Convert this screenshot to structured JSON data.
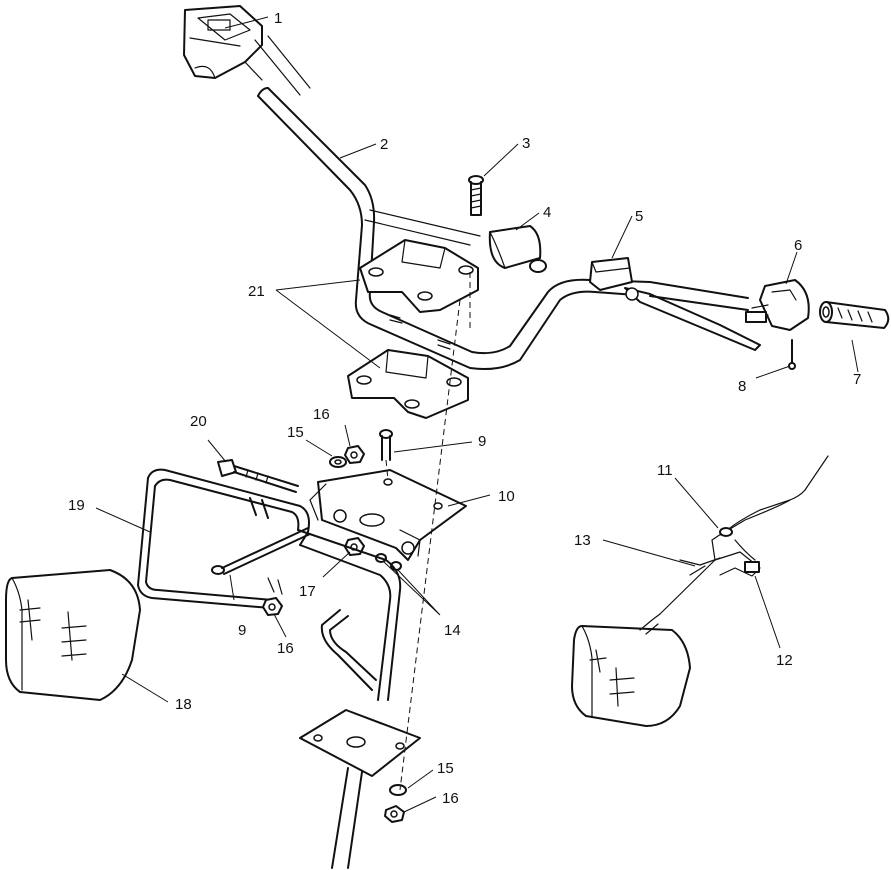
{
  "callouts": [
    {
      "id": "c1",
      "text": "1"
    },
    {
      "id": "c2",
      "text": "2"
    },
    {
      "id": "c3",
      "text": "3"
    },
    {
      "id": "c4",
      "text": "4"
    },
    {
      "id": "c5",
      "text": "5"
    },
    {
      "id": "c6",
      "text": "6"
    },
    {
      "id": "c7",
      "text": "7"
    },
    {
      "id": "c8",
      "text": "8"
    },
    {
      "id": "c21",
      "text": "21"
    },
    {
      "id": "c20",
      "text": "20"
    },
    {
      "id": "c16a",
      "text": "16"
    },
    {
      "id": "c15a",
      "text": "15"
    },
    {
      "id": "c9a",
      "text": "9"
    },
    {
      "id": "c10",
      "text": "10"
    },
    {
      "id": "c19",
      "text": "19"
    },
    {
      "id": "c17",
      "text": "17"
    },
    {
      "id": "c9b",
      "text": "9"
    },
    {
      "id": "c16b",
      "text": "16"
    },
    {
      "id": "c14",
      "text": "14"
    },
    {
      "id": "c18",
      "text": "18"
    },
    {
      "id": "c11",
      "text": "11"
    },
    {
      "id": "c13",
      "text": "13"
    },
    {
      "id": "c12",
      "text": "12"
    },
    {
      "id": "c15b",
      "text": "15"
    },
    {
      "id": "c16c",
      "text": "16"
    }
  ]
}
